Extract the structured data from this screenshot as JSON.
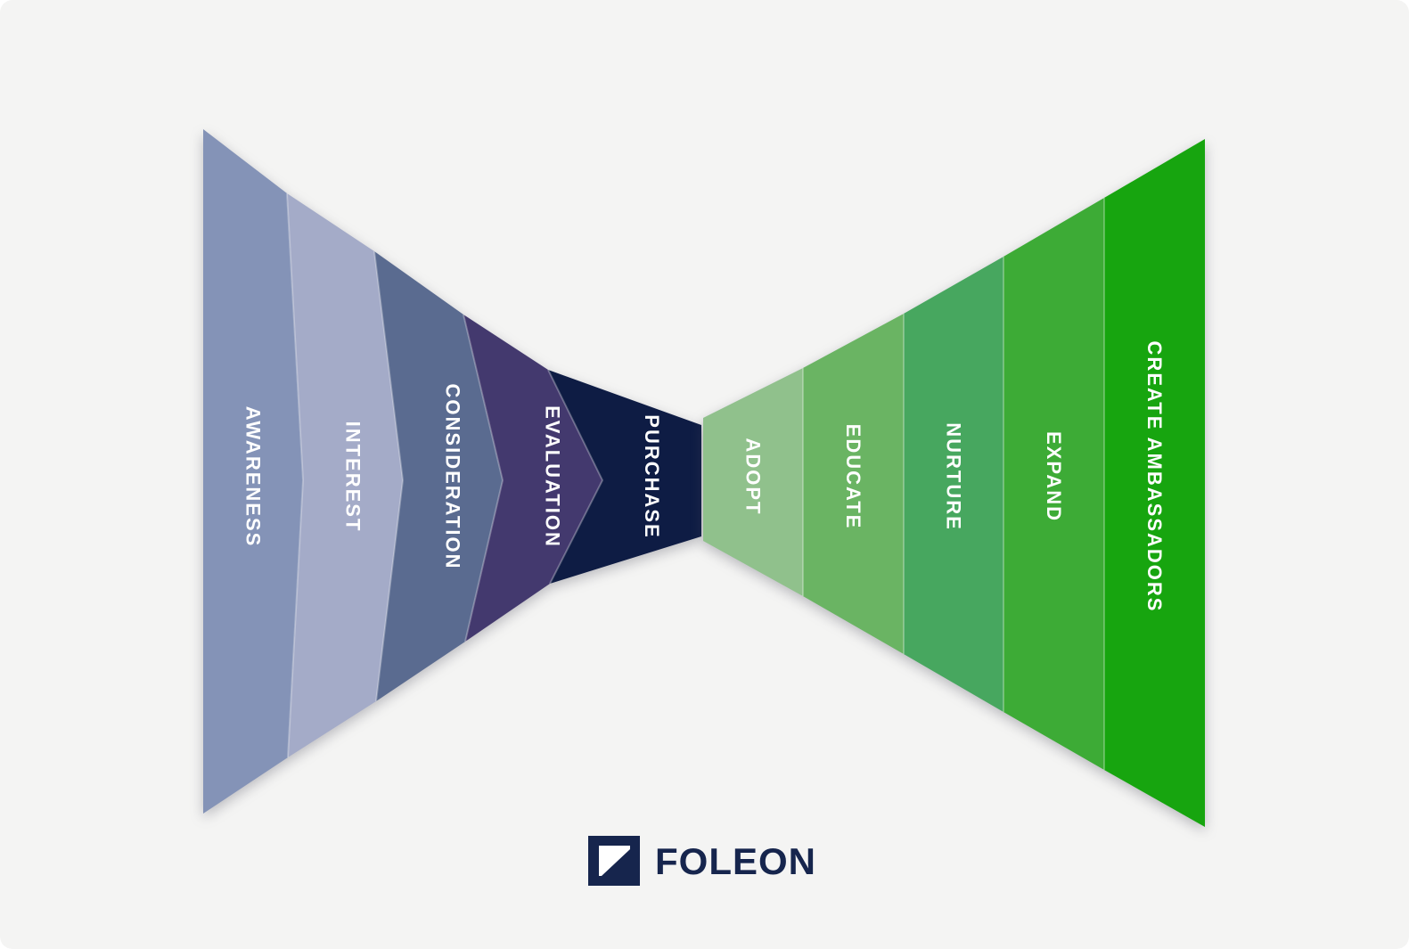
{
  "page": {
    "background_color": "#f4f4f3"
  },
  "diagram": {
    "type": "bowtie-funnel",
    "label_text_color": "#ffffff",
    "left_funnel": {
      "stages": [
        {
          "label": "AWARENESS",
          "color": "#8493b7"
        },
        {
          "label": "INTEREST",
          "color": "#a4abc8"
        },
        {
          "label": "CONSIDERATION",
          "color": "#5a6b90"
        },
        {
          "label": "EVALUATION",
          "color": "#43396e"
        },
        {
          "label": "PURCHASE",
          "color": "#0e1c44"
        }
      ]
    },
    "right_funnel": {
      "stages": [
        {
          "label": "ADOPT",
          "color": "#90c18c"
        },
        {
          "label": "EDUCATE",
          "color": "#6ab463"
        },
        {
          "label": "NURTURE",
          "color": "#47a75f"
        },
        {
          "label": "EXPAND",
          "color": "#3dab36"
        },
        {
          "label": "CREATE AMBASSADORS",
          "color": "#17a50f"
        }
      ]
    }
  },
  "footer": {
    "brand": "FOLEON",
    "logo_color": "#16254d"
  }
}
